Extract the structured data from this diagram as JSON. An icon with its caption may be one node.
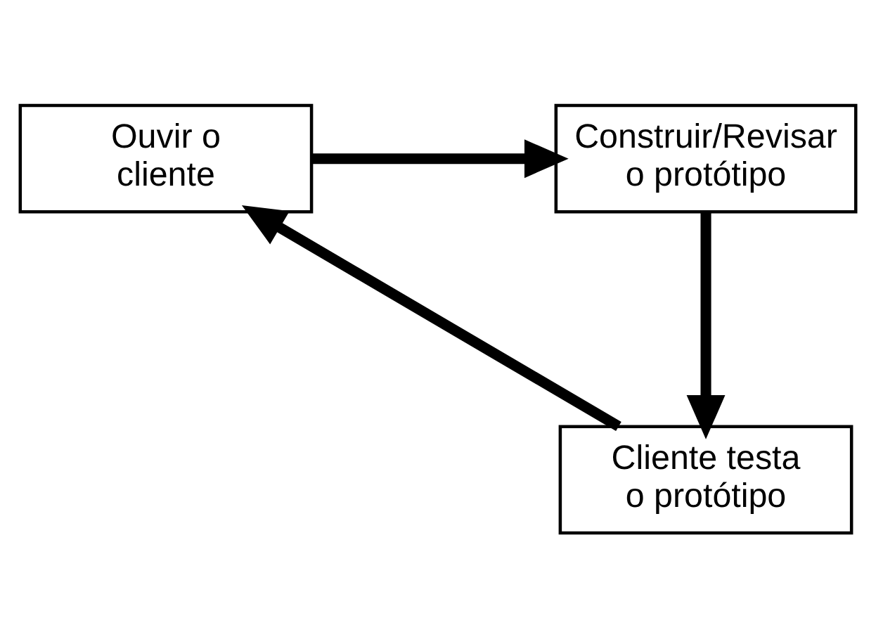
{
  "diagram": {
    "nodes": [
      {
        "text": [
          "Ouvir o cliente"
        ]
      },
      {
        "text": [
          "Construir/Revisar o protótipo"
        ]
      },
      {
        "text": [
          "Cliente testa o protótipo"
        ]
      }
    ],
    "edges": [
      {
        "from": 0,
        "to": 1,
        "arrow": "to"
      },
      {
        "from": 1,
        "to": 2,
        "arrow": "to"
      },
      {
        "from": 2,
        "to": 0,
        "arrow": "to"
      }
    ]
  }
}
